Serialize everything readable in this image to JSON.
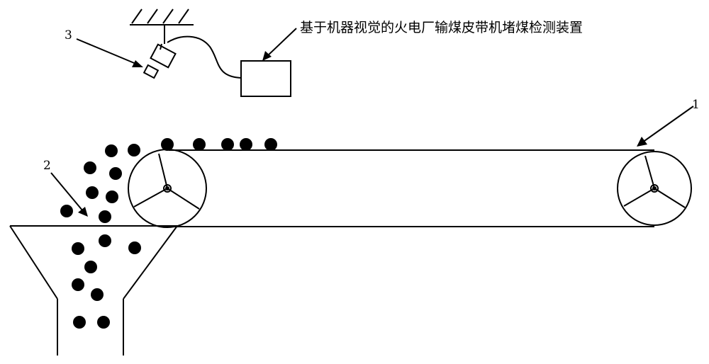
{
  "diagram": {
    "title": "基于机器视觉的火电厂输煤皮带机堵煤检测装置",
    "labels": {
      "belt": "1",
      "hopper": "2",
      "camera": "3"
    },
    "colors": {
      "ink": "#000000",
      "paper": "#ffffff"
    }
  }
}
